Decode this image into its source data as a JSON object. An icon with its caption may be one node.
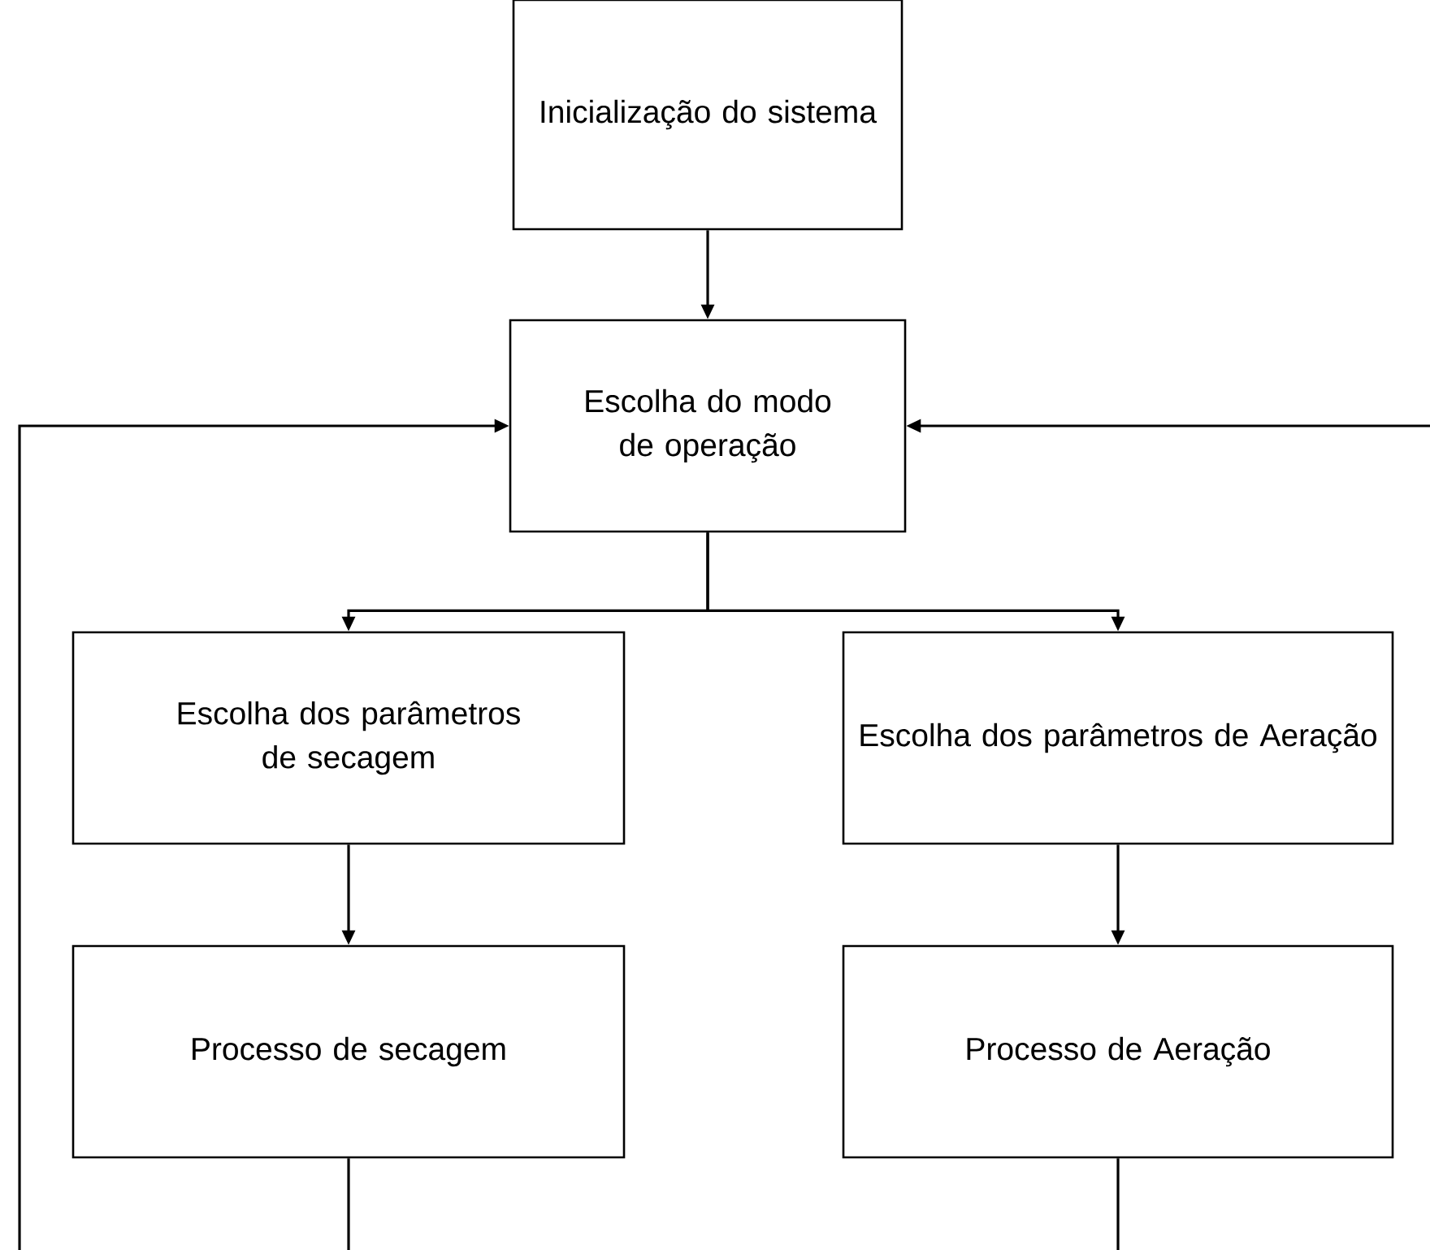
{
  "diagram": {
    "nodes": [
      {
        "text": [
          "Inicialização do sistema"
        ]
      },
      {
        "text": [
          "Escolha do modo de operação"
        ]
      },
      {
        "text": [
          "Escolha dos parâmetros de secagem"
        ]
      },
      {
        "text": [
          "Escolha dos parâmetros de Aeração"
        ]
      },
      {
        "text": [
          "Processo de secagem"
        ]
      },
      {
        "text": [
          "Processo de Aeração"
        ]
      }
    ],
    "edges": [
      {
        "from": 0,
        "to": 1,
        "arrow": "to"
      },
      {
        "from": 1,
        "to": 2,
        "arrow": "to"
      },
      {
        "from": 1,
        "to": 3,
        "arrow": "to"
      },
      {
        "from": 2,
        "to": 4,
        "arrow": "to"
      },
      {
        "from": 3,
        "to": 5,
        "arrow": "to"
      },
      {
        "from": 4,
        "to": null,
        "arrow": "none"
      },
      {
        "from": 5,
        "to": null,
        "arrow": "none"
      },
      {
        "from": null,
        "to": 1,
        "arrow": "to"
      },
      {
        "from": null,
        "to": 1,
        "arrow": "to"
      }
    ]
  }
}
